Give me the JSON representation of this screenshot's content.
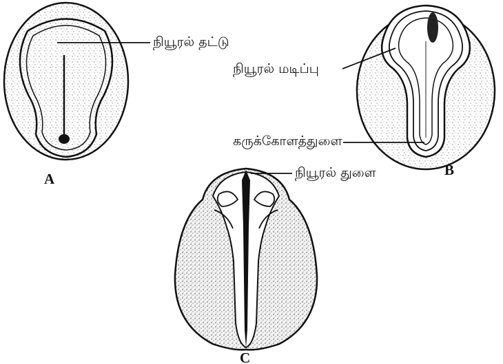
{
  "labels": {
    "neural_plate": "நியூரல் தட்டு",
    "neural_fold": "நியூரல் மடிப்பு",
    "blastopore": "கருக்கோளத்துளை",
    "neural_pore": "நியூரல் துளை"
  },
  "figure_letters": {
    "a": "A",
    "b": "B",
    "c": "C"
  }
}
